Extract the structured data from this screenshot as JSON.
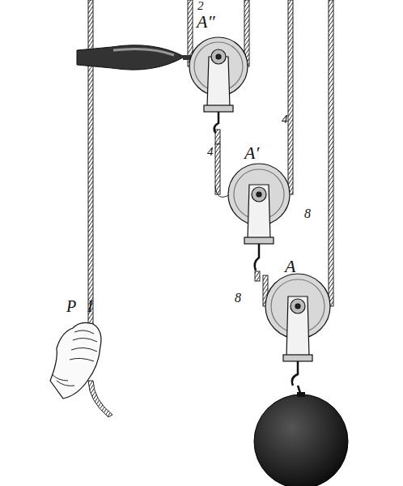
{
  "diagram": {
    "labels": [
      "2",
      "A″",
      "4",
      "4",
      "A′",
      "8",
      "A",
      "8",
      "P",
      "I"
    ]
  }
}
